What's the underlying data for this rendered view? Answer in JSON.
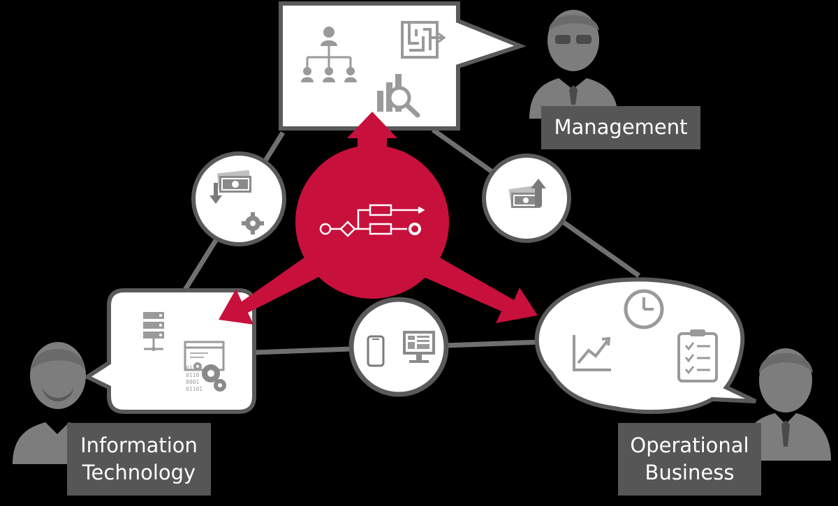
{
  "labels": {
    "management": "Management",
    "it_line1": "Information",
    "it_line2": "Technology",
    "ob_line1": "Operational",
    "ob_line2": "Business"
  },
  "it_binary": [
    "01",
    "0110",
    "0001",
    "01101"
  ],
  "colors": {
    "background": "#000000",
    "accent": "#c8103c",
    "connector": "#707070",
    "bubble_border": "#5a5a5a",
    "bubble_fill": "#ffffff",
    "icon": "#9a9a9a",
    "label_bg": "#565656",
    "label_text": "#ffffff"
  },
  "icons": {
    "management_bubble": [
      "org-chart-icon",
      "maze-icon",
      "bar-chart-magnifier-icon"
    ],
    "it_bubble": [
      "server-icon",
      "code-gears-icon"
    ],
    "operational_bubble": [
      "clock-icon",
      "growth-chart-icon",
      "checklist-icon"
    ],
    "connectors": [
      "money-down-gear-icon",
      "money-up-icon",
      "devices-icon"
    ],
    "center": "process-flow-icon"
  }
}
